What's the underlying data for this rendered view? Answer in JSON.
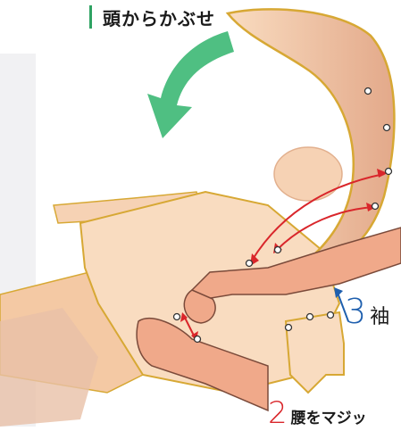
{
  "caption": {
    "text": "頭からかぶせ"
  },
  "step3": {
    "number": "3",
    "text": "袖"
  },
  "step2": {
    "number": "2",
    "text": "腰をマジッ"
  },
  "colors": {
    "arrow_green": "#4fbf82",
    "arrow_red": "#d9262b",
    "arrow_blue": "#1e5fae",
    "garment_fill": "#f9dcc0",
    "garment_stroke": "#d7a834",
    "skin": "#f4c9a4",
    "hand": "#f0a98a"
  },
  "icons": [
    "green-curved-arrow-icon",
    "red-double-arrow-icon",
    "blue-arrow-icon"
  ]
}
